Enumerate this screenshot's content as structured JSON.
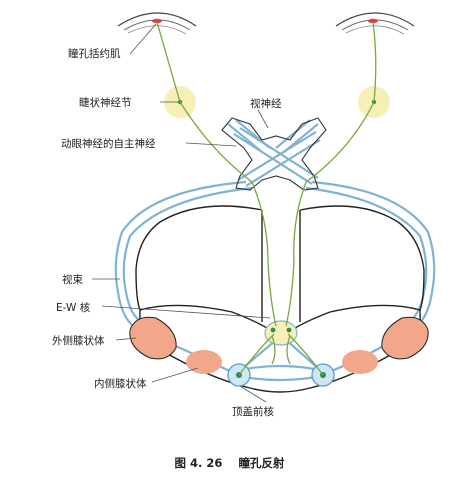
{
  "labels": {
    "sphincter": "瞳孔括约肌",
    "ciliary_ganglion": "睫状神经节",
    "optic_nerve": "视神经",
    "oculomotor_autonomic": "动眼神经的自主神经",
    "optic_tract": "视束",
    "ew_nucleus": "E-W 核",
    "lateral_geniculate": "外侧膝状体",
    "medial_geniculate": "内侧膝状体",
    "pretectal_nucleus": "顶盖前核"
  },
  "caption": {
    "number": "图 4. 26",
    "title": "瞳孔反射"
  },
  "colors": {
    "nerve_green": "#7aa83a",
    "tract_blue": "#7fb3d5",
    "ganglion_fill": "#f6f0b8",
    "geniculate_fill": "#f2a78a",
    "pupil_red": "#e23b3b",
    "outline": "#222222"
  }
}
